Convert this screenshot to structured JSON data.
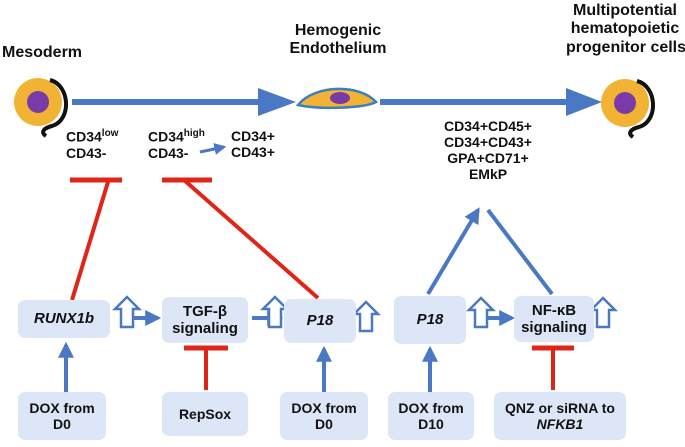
{
  "stages": {
    "mesoderm": "Mesoderm",
    "hemogenic": [
      "Hemogenic",
      "Endothelium"
    ],
    "progenitor": [
      "Multipotential",
      "hematopoietic",
      "progenitor cells"
    ]
  },
  "markers": {
    "m1": {
      "line1_base": "CD34",
      "line1_sup": "low",
      "line2": "CD43-"
    },
    "m2": {
      "line1_base": "CD34",
      "line1_sup": "high",
      "line2": "CD43-"
    },
    "m3": {
      "line1": "CD34+",
      "line2": "CD43+"
    },
    "m4": [
      "CD34+CD45+",
      "CD34+CD43+",
      "GPA+CD71+",
      "EMkP"
    ]
  },
  "factors": {
    "runx1b": "RUNX1b",
    "tgfb": [
      "TGF-β",
      "signaling"
    ],
    "p18_left": "P18",
    "p18_right": "P18",
    "nfkb": [
      "NF-κB",
      "signaling"
    ]
  },
  "treatments": {
    "dox_d0_a": [
      "DOX from",
      "D0"
    ],
    "repsox": "RepSox",
    "dox_d0_b": [
      "DOX from",
      "D0"
    ],
    "dox_d10": [
      "DOX from",
      "D10"
    ],
    "qnz": {
      "line1": "QNZ or siRNA to",
      "line2": "NFKB1"
    }
  },
  "colors": {
    "arrow_blue": "#4a78c4",
    "inhibit_red": "#e02418",
    "box_fill": "#dde6f6",
    "cell_body": "#f2b233",
    "cell_nucleus": "#7a3aa8",
    "cell_ring": "#111111",
    "endothelial_body": "#f2b233",
    "endothelial_outline": "#3c7fbf"
  }
}
